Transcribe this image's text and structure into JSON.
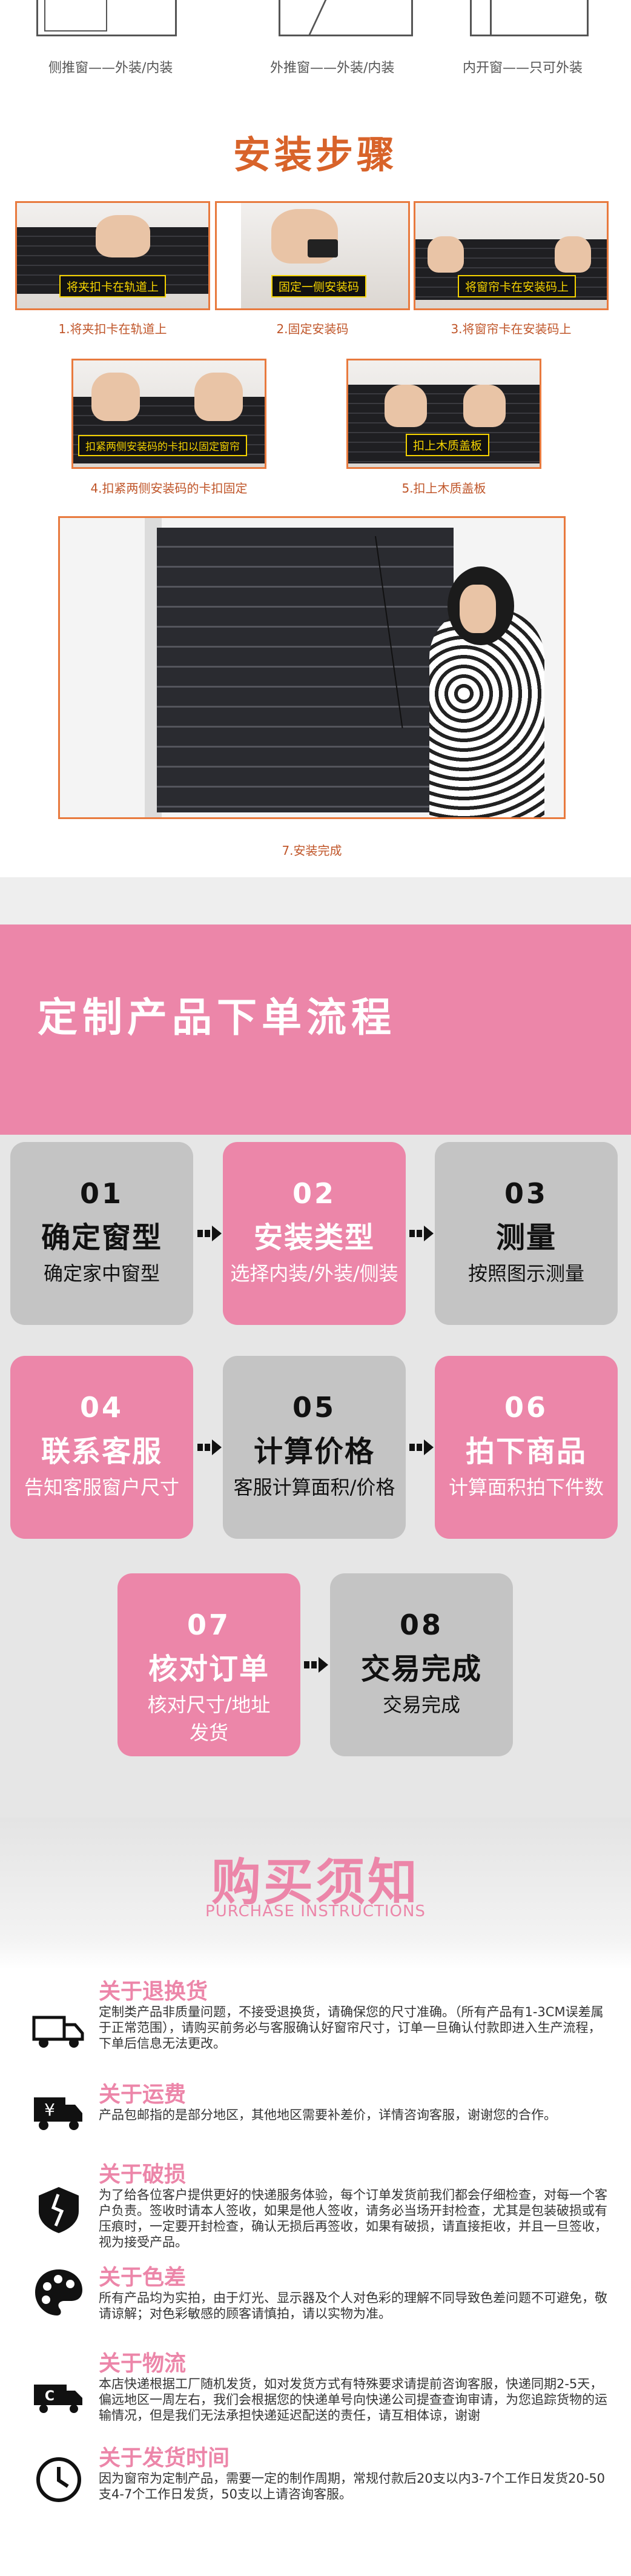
{
  "window_types": [
    {
      "label": "侧推窗——外装/内装"
    },
    {
      "label": "外推窗——外装/内装"
    },
    {
      "label": "内开窗——只可外装"
    }
  ],
  "install": {
    "title": "安装步骤",
    "steps": [
      {
        "tag": "将夹扣卡在轨道上",
        "caption": "1.将夹扣卡在轨道上"
      },
      {
        "tag": "固定一侧安装码",
        "caption": "2.固定安装码"
      },
      {
        "tag": "将窗帘卡在安装码上",
        "caption": "3.将窗帘卡在安装码上"
      },
      {
        "tag": "扣紧两侧安装码的卡扣以固定窗帘",
        "caption": "4.扣紧两侧安装码的卡扣固定"
      },
      {
        "tag": "扣上木质盖板",
        "caption": "5.扣上木质盖板"
      },
      {
        "caption": "7.安装完成"
      }
    ]
  },
  "order": {
    "banner_title": "定制产品下单流程",
    "cards": [
      {
        "num": "01",
        "title": "确定窗型",
        "sub": "确定家中窗型",
        "style": "grey"
      },
      {
        "num": "02",
        "title": "安装类型",
        "sub": "选择内装/外装/侧装",
        "style": "pink"
      },
      {
        "num": "03",
        "title": "测量",
        "sub": "按照图示测量",
        "style": "grey"
      },
      {
        "num": "04",
        "title": "联系客服",
        "sub": "告知客服窗户尺寸",
        "style": "pink"
      },
      {
        "num": "05",
        "title": "计算价格",
        "sub": "客服计算面积/价格",
        "style": "grey"
      },
      {
        "num": "06",
        "title": "拍下商品",
        "sub": "计算面积拍下件数",
        "style": "pink"
      },
      {
        "num": "07",
        "title": "核对订单",
        "sub": "核对尺寸/地址发货",
        "style": "pink"
      },
      {
        "num": "08",
        "title": "交易完成",
        "sub": "交易完成",
        "style": "grey"
      }
    ]
  },
  "notice": {
    "title": "购买须知",
    "subtitle": "PURCHASE INSTRUCTIONS",
    "items": [
      {
        "icon": "truck-icon",
        "heading": "关于退换货",
        "body": "定制类产品非质量问题，不接受退换货，请确保您的尺寸准确。（所有产品有1-3CM误差属于正常范围），请购买前务必与客服确认好窗帘尺寸，订单一旦确认付款即进入生产流程，下单后信息无法更改。"
      },
      {
        "icon": "shipping-fee-icon",
        "heading": "关于运费",
        "body": "产品包邮指的是部分地区，其他地区需要补差价，详情咨询客服，谢谢您的合作。"
      },
      {
        "icon": "broken-icon",
        "heading": "关于破损",
        "body": "为了给各位客户提供更好的快递服务体验，每个订单发货前我们都会仔细检查，对每一个客户负责。签收时请本人签收，如果是他人签收，请务必当场开封检查，尤其是包装破损或有压痕时，一定要开封检查，确认无损后再签收，如果有破损，请直接拒收，并且一旦签收，视为接受产品。"
      },
      {
        "icon": "palette-icon",
        "heading": "关于色差",
        "body": "所有产品均为实拍，由于灯光、显示器及个人对色彩的理解不同导致色差问题不可避免，敬请谅解；对色彩敏感的顾客请慎拍，请以实物为准。"
      },
      {
        "icon": "logistics-icon",
        "heading": "关于物流",
        "body": "本店快递根据工厂随机发货，如对发货方式有特殊要求请提前咨询客服，快递同期2-5天，偏远地区一周左右，我们会根据您的快递单号向快递公司提查查询审请，为您追踪货物的运输情况，但是我们无法承担快递延迟配送的责任，请互相体谅，谢谢"
      },
      {
        "icon": "clock-icon",
        "heading": "关于发货时间",
        "body": "因为窗帘为定制产品，需要一定的制作周期，常规付款后20支以内3-7个工作日发货20-50支4-7个工作日发货，50支以上请咨询客服。"
      }
    ]
  }
}
